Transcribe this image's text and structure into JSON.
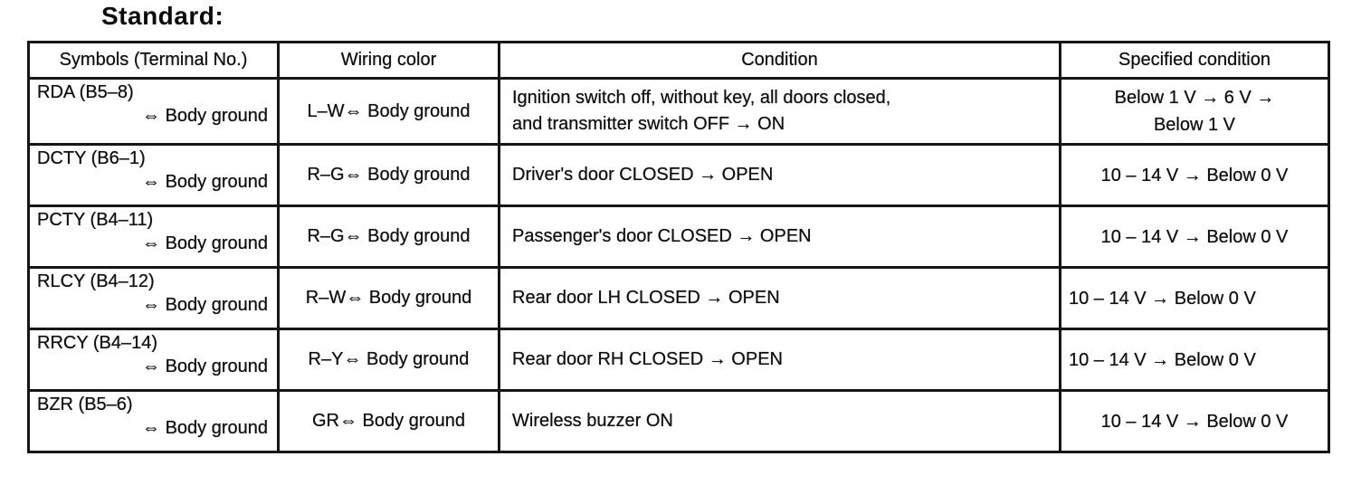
{
  "title": "Standard:",
  "table": {
    "headers": {
      "symbols": "Symbols (Terminal No.)",
      "wiring": "Wiring color",
      "condition": "Condition",
      "specified": "Specified condition"
    },
    "rows": [
      {
        "symbol": "RDA (B5–8)",
        "ground": "⇔ Body ground",
        "wiring": "L–W⇔ Body ground",
        "condition": "Ignition switch off, without key, all doors closed,\nand transmitter switch OFF → ON",
        "specified": "Below 1 V → 6 V →\nBelow 1 V"
      },
      {
        "symbol": "DCTY (B6–1)",
        "ground": "⇔ Body ground",
        "wiring": "R–G⇔ Body ground",
        "condition": "Driver's door CLOSED → OPEN",
        "specified": "10 – 14 V → Below 0 V"
      },
      {
        "symbol": "PCTY (B4–11)",
        "ground": "⇔ Body ground",
        "wiring": "R–G⇔ Body ground",
        "condition": "Passenger's door CLOSED → OPEN",
        "specified": "10 – 14 V → Below 0 V"
      },
      {
        "symbol": "RLCY (B4–12)",
        "ground": "⇔ Body ground",
        "wiring": "R–W⇔ Body ground",
        "condition": "Rear door LH CLOSED → OPEN",
        "specified": "10 – 14 V → Below 0 V"
      },
      {
        "symbol": "RRCY (B4–14)",
        "ground": "⇔ Body ground",
        "wiring": "R–Y⇔ Body ground",
        "condition": "Rear door RH CLOSED → OPEN",
        "specified": "10 – 14 V → Below 0 V"
      },
      {
        "symbol": "BZR (B5–6)",
        "ground": "⇔ Body ground",
        "wiring": "GR⇔ Body ground",
        "condition": "Wireless buzzer ON",
        "specified": "10 – 14 V → Below 0 V"
      }
    ]
  }
}
